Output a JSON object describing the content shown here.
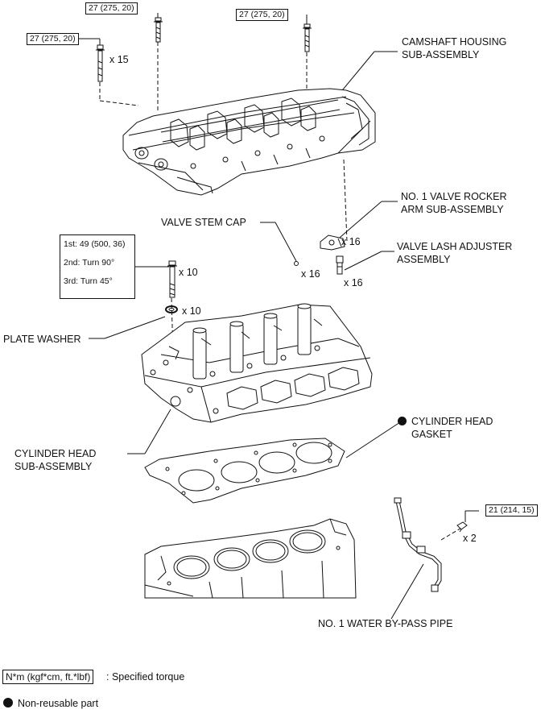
{
  "torque_boxes": {
    "top_center": "27 (275, 20)",
    "top_right": "27 (275, 20)",
    "top_left": "27 (275, 20)",
    "water_pipe": "21 (214, 15)"
  },
  "torque_sequence": {
    "step1": "1st: 49 (500, 36)",
    "step2": "2nd: Turn 90°",
    "step3": "3rd: Turn 45°"
  },
  "quantities": {
    "camshaft_bolts": "x 15",
    "rocker_arm": "x 16",
    "stem_cap": "x 16",
    "lash_adjuster": "x 16",
    "head_bolts": "x 10",
    "plate_washer": "x 10",
    "pipe_bolts": "x 2"
  },
  "labels": {
    "camshaft_housing_1": "CAMSHAFT HOUSING",
    "camshaft_housing_2": "SUB-ASSEMBLY",
    "rocker_arm_1": "NO. 1 VALVE ROCKER",
    "rocker_arm_2": "ARM SUB-ASSEMBLY",
    "valve_stem_cap": "VALVE STEM CAP",
    "lash_adjuster_1": "VALVE LASH ADJUSTER",
    "lash_adjuster_2": "ASSEMBLY",
    "plate_washer": "PLATE WASHER",
    "head_gasket_1": "CYLINDER HEAD",
    "head_gasket_2": "GASKET",
    "cylinder_head_1": "CYLINDER HEAD",
    "cylinder_head_2": "SUB-ASSEMBLY",
    "water_pipe": "NO. 1 WATER BY-PASS PIPE"
  },
  "legend": {
    "torque_unit": "N*m (kgf*cm, ft.*lbf)",
    "torque_desc": ": Specified torque",
    "nonreusable": "Non-reusable part"
  },
  "colors": {
    "ink": "#111111",
    "background": "#ffffff"
  }
}
